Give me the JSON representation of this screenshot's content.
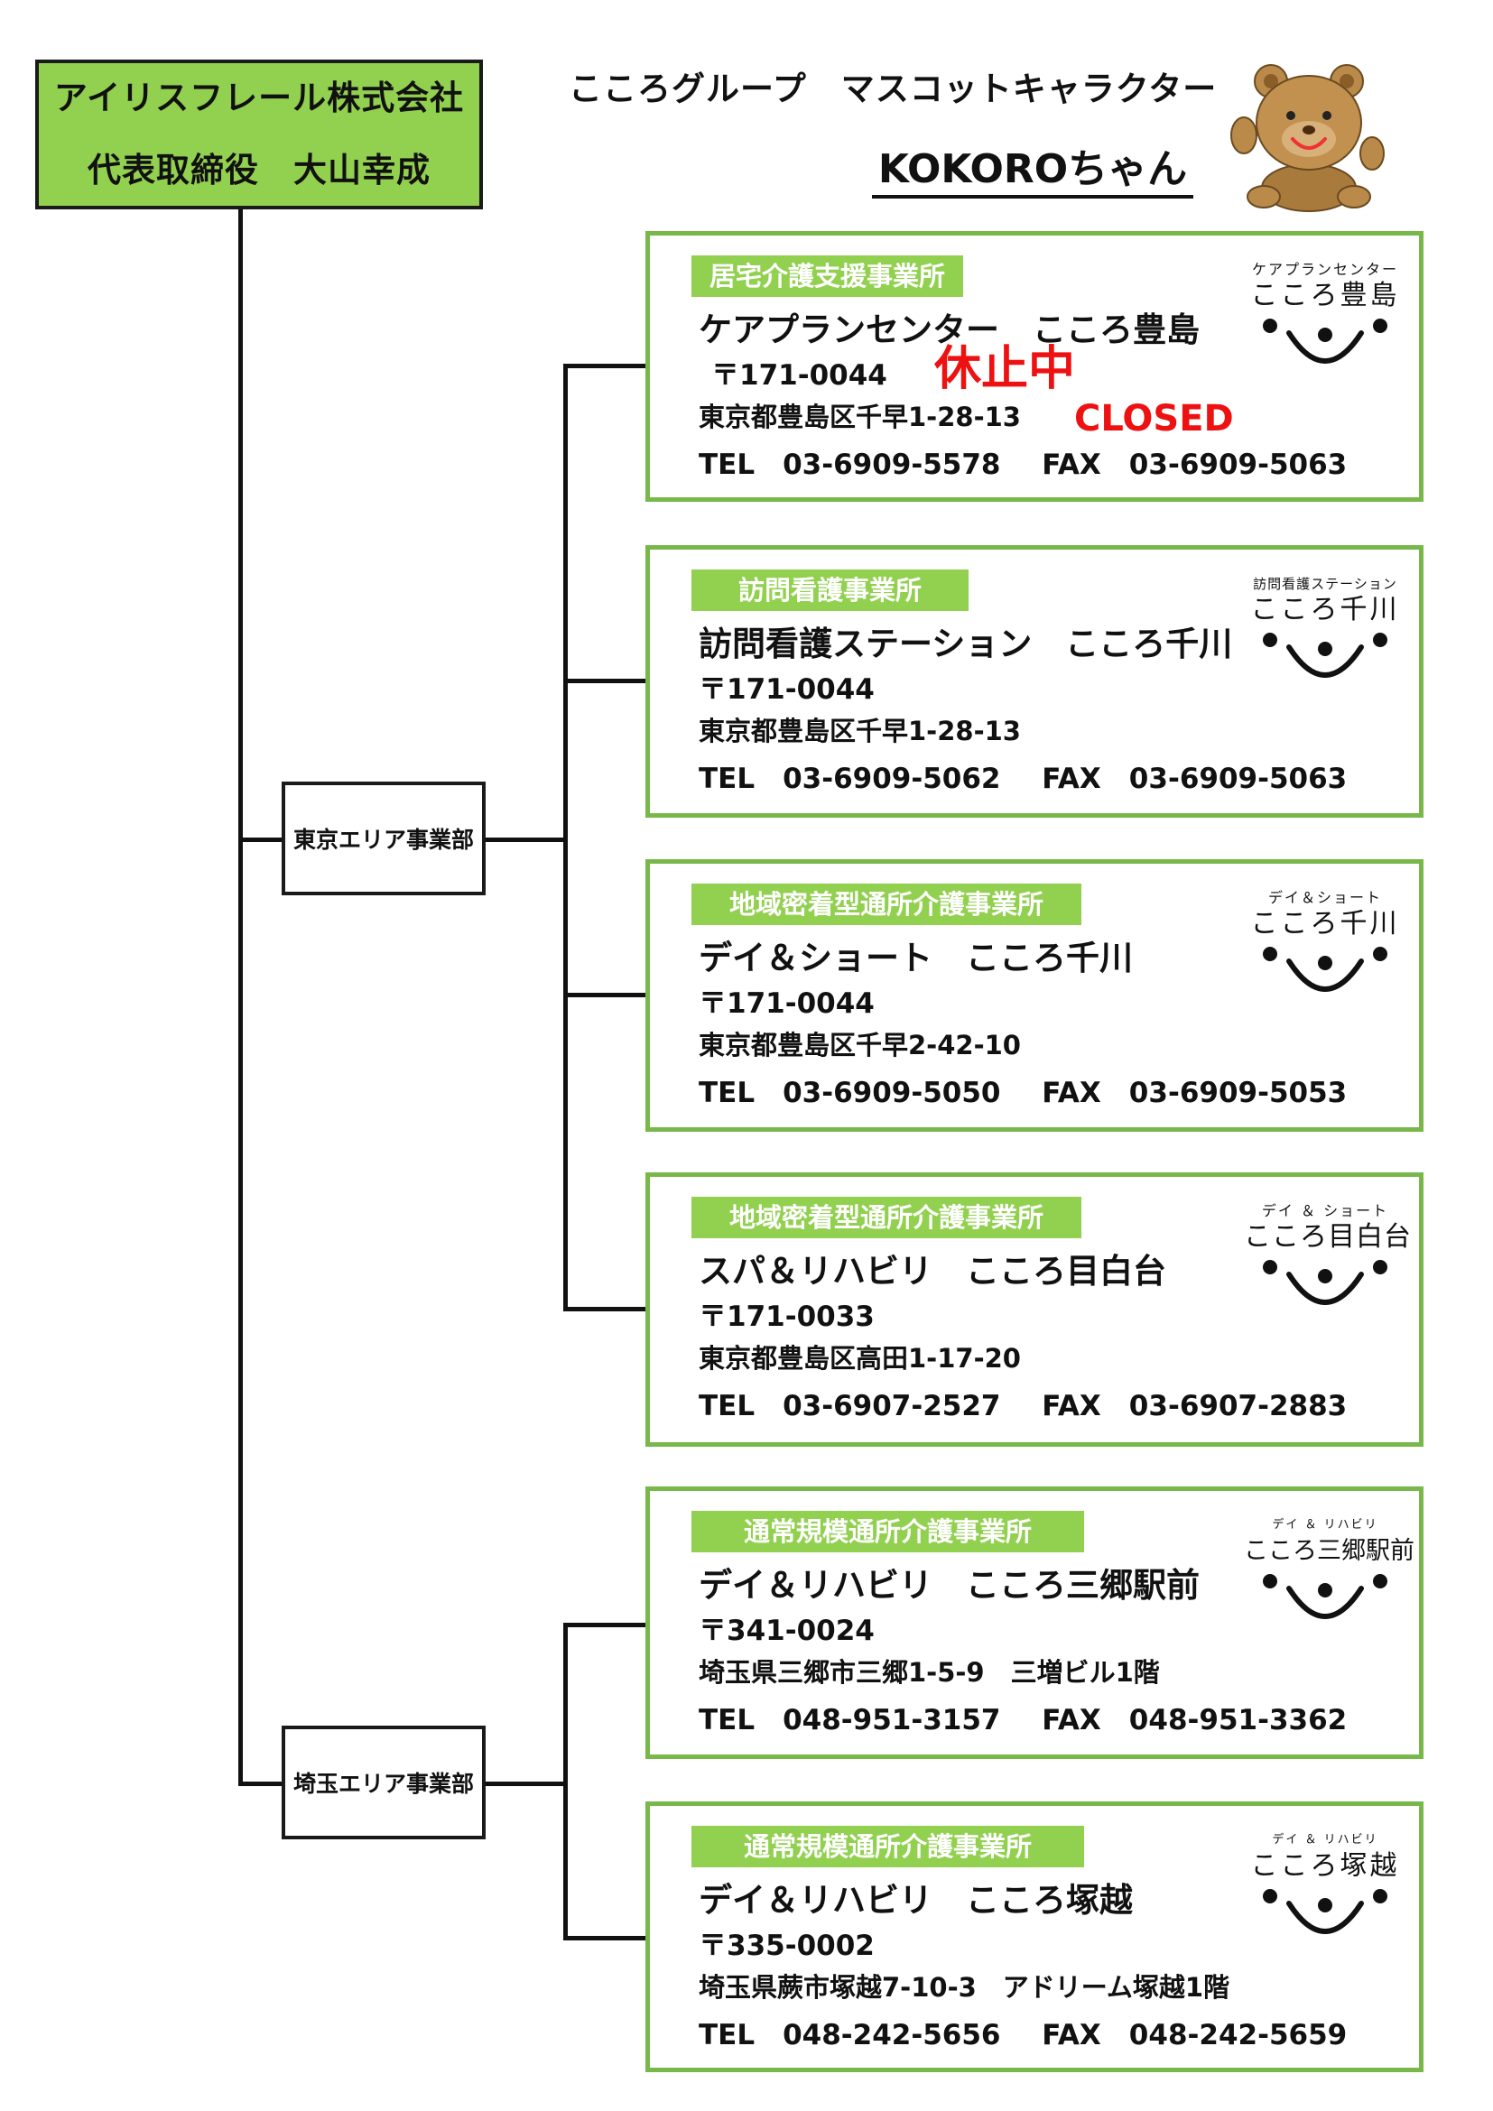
{
  "company": {
    "name": "アイリスフレール株式会社",
    "representative": "代表取締役　大山幸成"
  },
  "mascot": {
    "title": "こころグループ　マスコットキャラクター",
    "name": "KOKOROちゃん"
  },
  "departments": [
    {
      "name": "東京エリア事業部"
    },
    {
      "name": "埼玉エリア事業部"
    }
  ],
  "offices": [
    {
      "category": "居宅介護支援事業所",
      "name": "ケアプランセンター　こころ豊島",
      "zip": "〒171-0044",
      "address": "東京都豊島区千早1-28-13",
      "tel": "TEL　03-6909-5578　 FAX　03-6909-5063",
      "logo_sub": "ケアプランセンター",
      "logo_name": "こころ豊島",
      "status_ja": "休止中",
      "status_en": "CLOSED"
    },
    {
      "category": "訪問看護事業所",
      "name": "訪問看護ステーション　こころ千川",
      "zip": "〒171-0044",
      "address": "東京都豊島区千早1-28-13",
      "tel": "TEL　03-6909-5062　 FAX　03-6909-5063",
      "logo_sub": "訪問看護ステーション",
      "logo_name": "こころ千川"
    },
    {
      "category": "地域密着型通所介護事業所",
      "name": "デイ＆ショート　こころ千川",
      "zip": "〒171-0044",
      "address": "東京都豊島区千早2-42-10",
      "tel": "TEL　03-6909-5050　 FAX　03-6909-5053",
      "logo_sub": "デイ＆ショート",
      "logo_name": "こころ千川"
    },
    {
      "category": "地域密着型通所介護事業所",
      "name": "スパ＆リハビリ　こころ目白台",
      "zip": "〒171-0033",
      "address": "東京都豊島区高田1-17-20",
      "tel": "TEL　03-6907-2527　 FAX　03-6907-2883",
      "logo_sub": "デイ ＆ ショート",
      "logo_name": "こころ目白台"
    },
    {
      "category": "通常規模通所介護事業所",
      "name": "デイ＆リハビリ　こころ三郷駅前",
      "zip": "〒341-0024",
      "address": "埼玉県三郷市三郷1-5-9　三増ビル1階",
      "tel": "TEL　048-951-3157　 FAX　048-951-3362",
      "logo_sub": "デイ ＆ リハビリ",
      "logo_name": "こころ三郷駅前"
    },
    {
      "category": "通常規模通所介護事業所",
      "name": "デイ＆リハビリ　こころ塚越",
      "zip": "〒335-0002",
      "address": "埼玉県蕨市塚越7-10-3　アドリーム塚越1階",
      "tel": "TEL　048-242-5656　 FAX　048-242-5659",
      "logo_sub": "デイ ＆ リハビリ",
      "logo_name": "こころ塚越"
    }
  ],
  "colors": {
    "green_fill": "#92d050",
    "green_border": "#78b84b",
    "closed_red": "#ee1111"
  }
}
